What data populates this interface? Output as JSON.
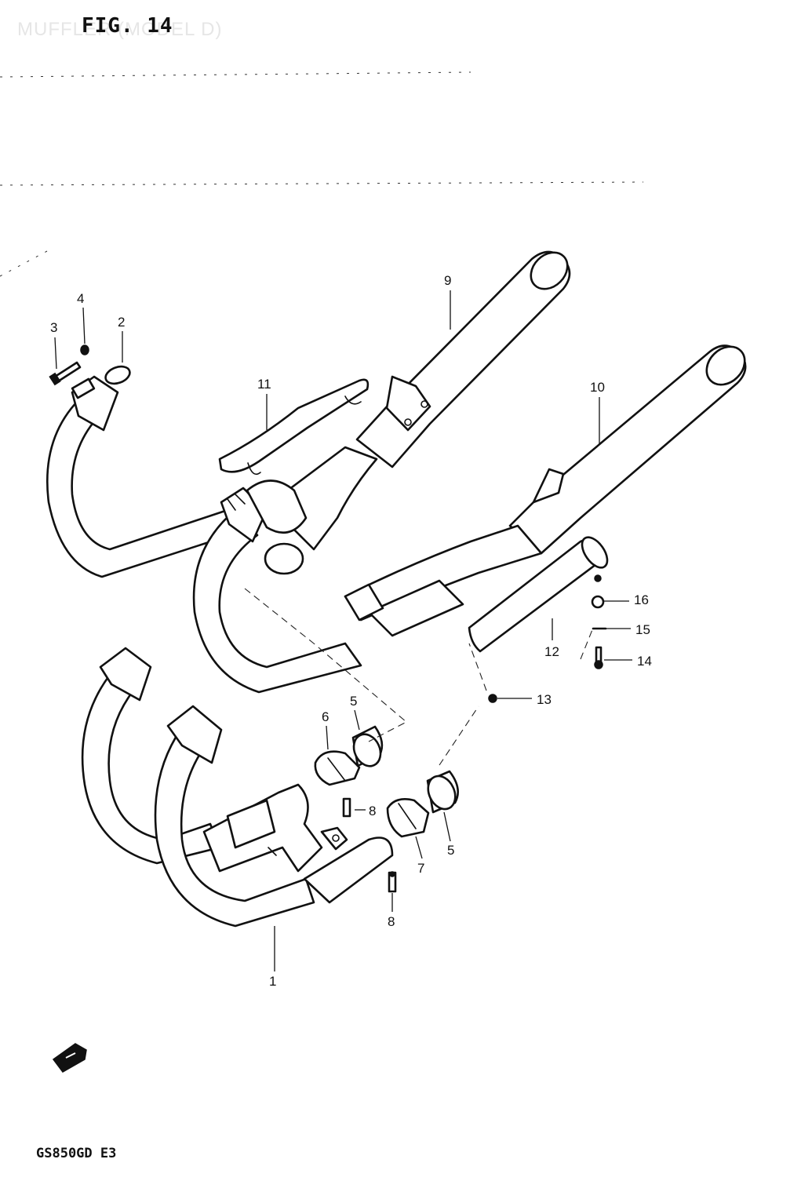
{
  "figure": {
    "title": "FIG. 14",
    "ghost_title": "MUFFLER (MODEL D)",
    "model_code": "GS850GD E3"
  },
  "parts": [
    {
      "number": "1"
    },
    {
      "number": "2"
    },
    {
      "number": "3"
    },
    {
      "number": "4"
    },
    {
      "number": "5"
    },
    {
      "number": "5"
    },
    {
      "number": "6"
    },
    {
      "number": "7"
    },
    {
      "number": "8"
    },
    {
      "number": "8"
    },
    {
      "number": "9"
    },
    {
      "number": "10"
    },
    {
      "number": "11"
    },
    {
      "number": "12"
    },
    {
      "number": "13"
    },
    {
      "number": "14"
    },
    {
      "number": "15"
    },
    {
      "number": "16"
    }
  ],
  "icons": {
    "front_arrow": "front-direction-arrow-icon"
  },
  "colors": {
    "ink": "#111111",
    "paper": "#ffffff"
  }
}
